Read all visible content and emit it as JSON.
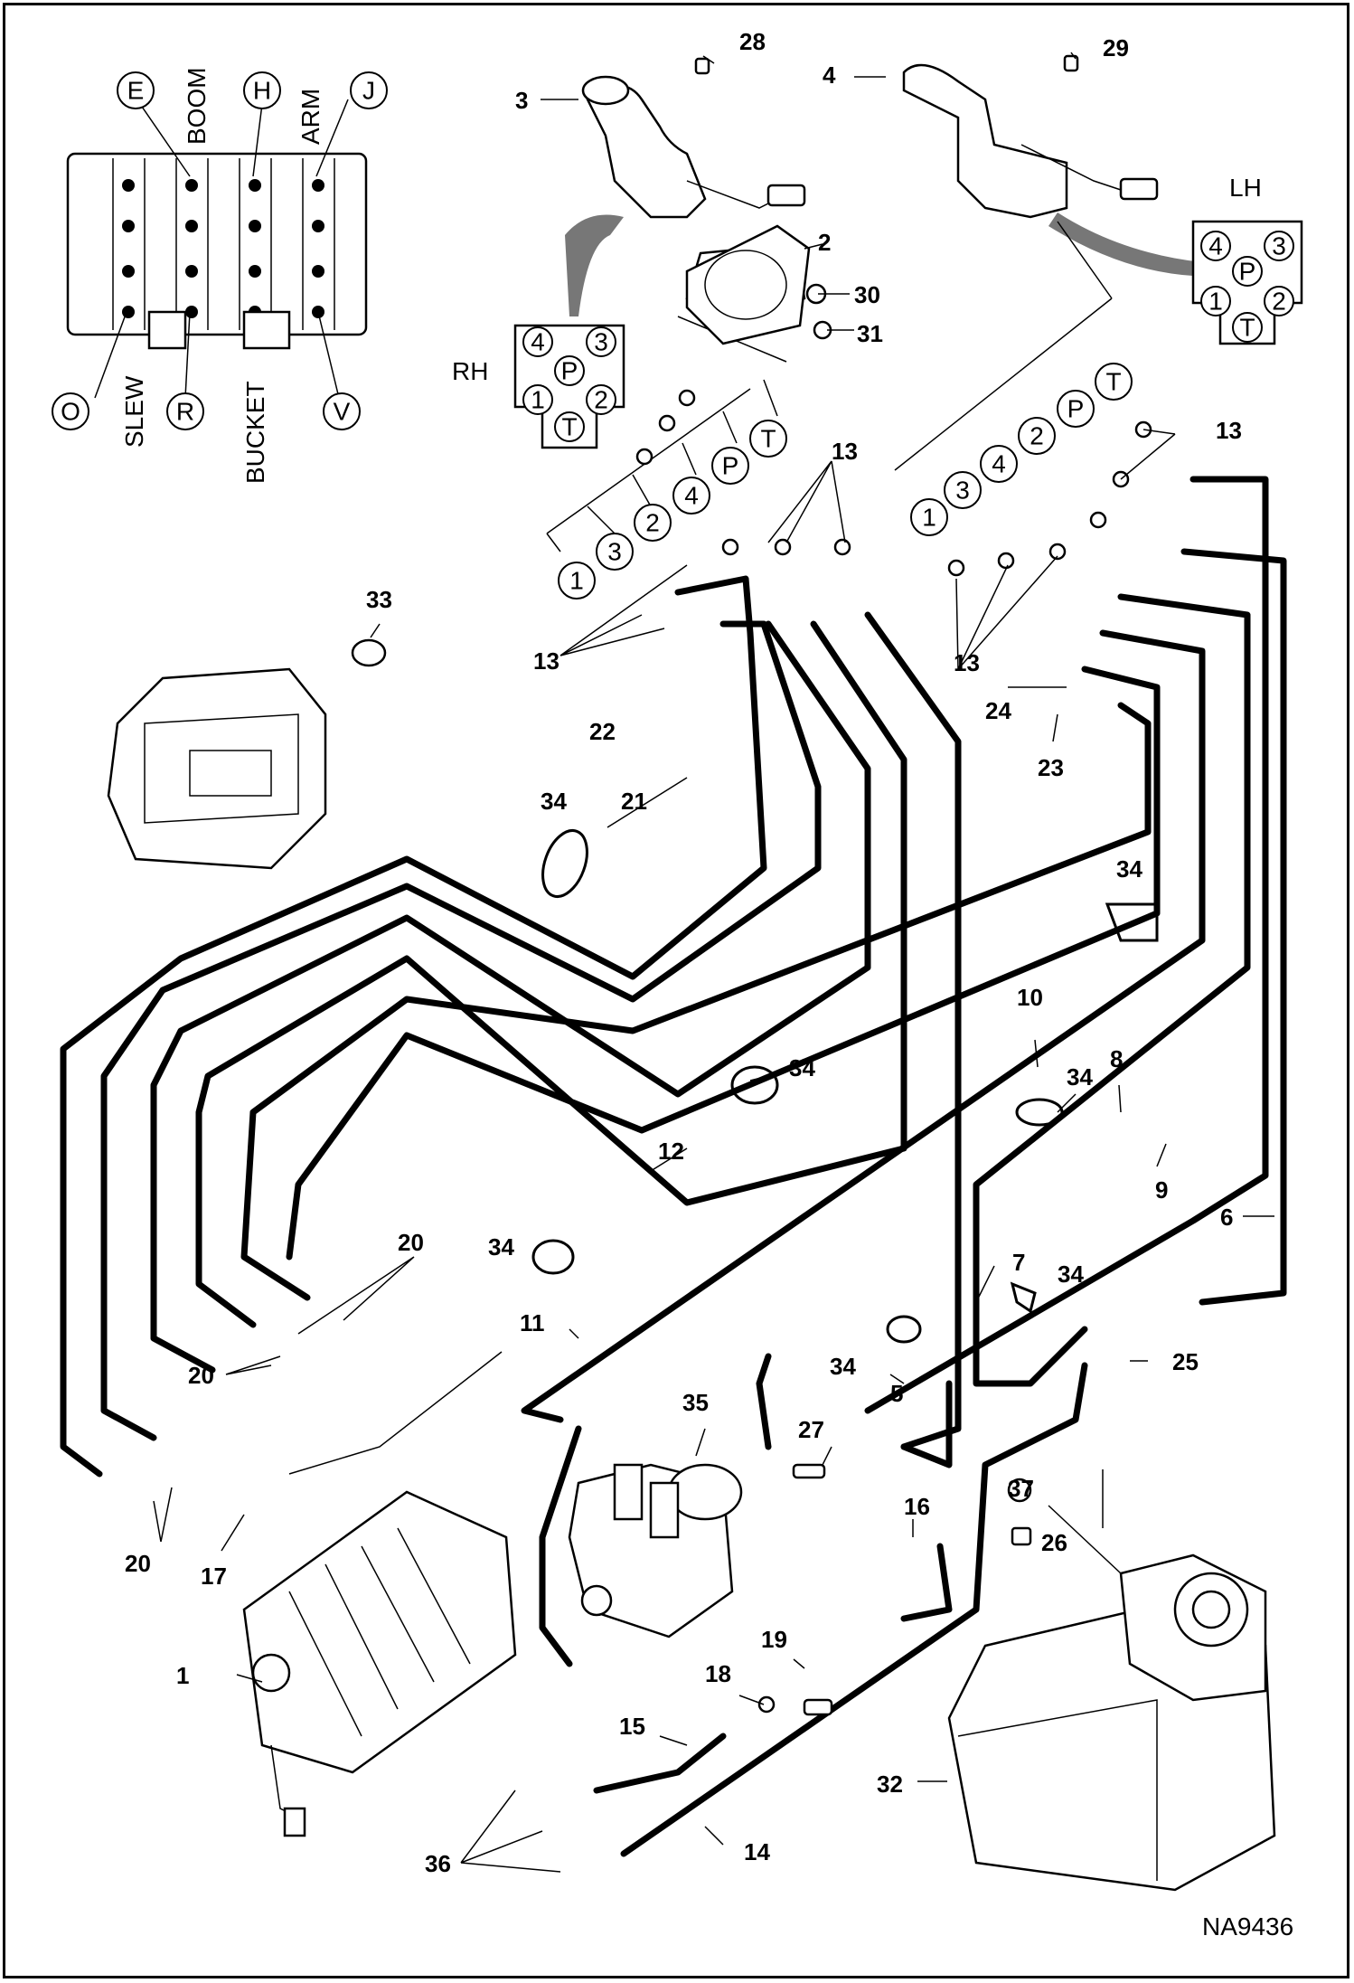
{
  "diagram_id": "NA9436",
  "control_labels": {
    "boom": "BOOM",
    "arm": "ARM",
    "slew": "SLEW",
    "bucket": "BUCKET",
    "rh": "RH",
    "lh": "LH"
  },
  "valve_port_letters": [
    "E",
    "H",
    "J",
    "O",
    "R",
    "V"
  ],
  "joystick_ports": [
    "1",
    "2",
    "3",
    "4",
    "P",
    "T"
  ],
  "callouts": [
    "1",
    "2",
    "3",
    "4",
    "5",
    "6",
    "7",
    "8",
    "9",
    "10",
    "11",
    "12",
    "13",
    "14",
    "15",
    "16",
    "17",
    "18",
    "19",
    "20",
    "21",
    "22",
    "23",
    "24",
    "25",
    "26",
    "27",
    "28",
    "29",
    "30",
    "31",
    "32",
    "33",
    "34",
    "35",
    "36",
    "37"
  ]
}
